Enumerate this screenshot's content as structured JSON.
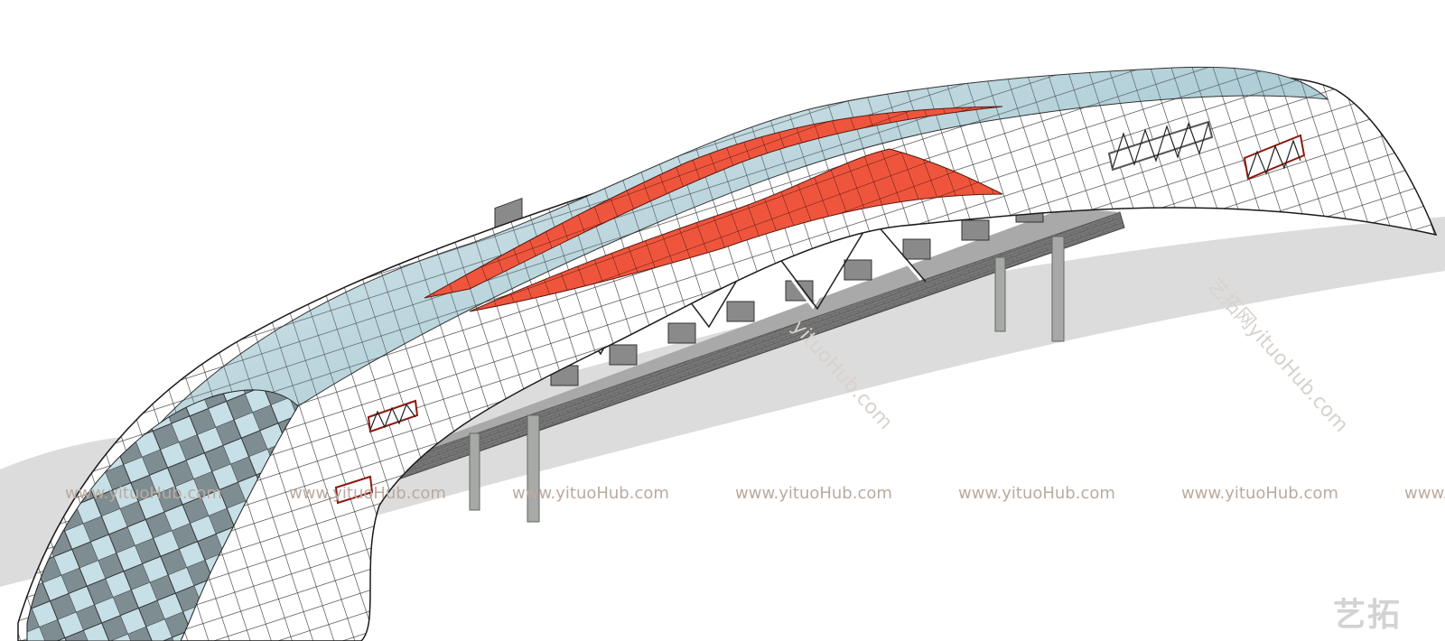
{
  "watermarks": {
    "row_text": "www.yituoHub.com",
    "diag_text_1": "yituoHub.com",
    "diag_text_2": "艺拓网yituoHub.com",
    "logo_text": "艺拓"
  },
  "colors": {
    "glass": "#bcd7e0",
    "glass_dark": "#8fa6ad",
    "membrane": "#ffffff",
    "red_panel": "#f0553d",
    "wall": "#7d7d7d",
    "pillar": "#a7a9a7",
    "shadow": "#d9d9d9"
  }
}
